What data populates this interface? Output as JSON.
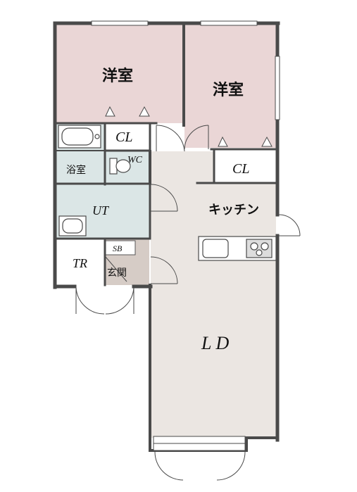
{
  "floorplan": {
    "colors": {
      "western_room": "#ead6d6",
      "wet_area": "#dbe6e6",
      "ld_kitchen": "#ebe6e2",
      "entrance": "#d6ccc6",
      "white": "#ffffff",
      "wall": "#4a4a4a"
    },
    "labels": {
      "western_room_left": "洋室",
      "western_room_right": "洋室",
      "closet_left": "CL",
      "closet_right": "CL",
      "wc": "WC",
      "bathroom": "浴室",
      "utility": "UT",
      "kitchen": "キッチン",
      "trunk_room": "TR",
      "shoe_box": "SB",
      "entrance": "玄関",
      "living_dining": "L D"
    }
  }
}
